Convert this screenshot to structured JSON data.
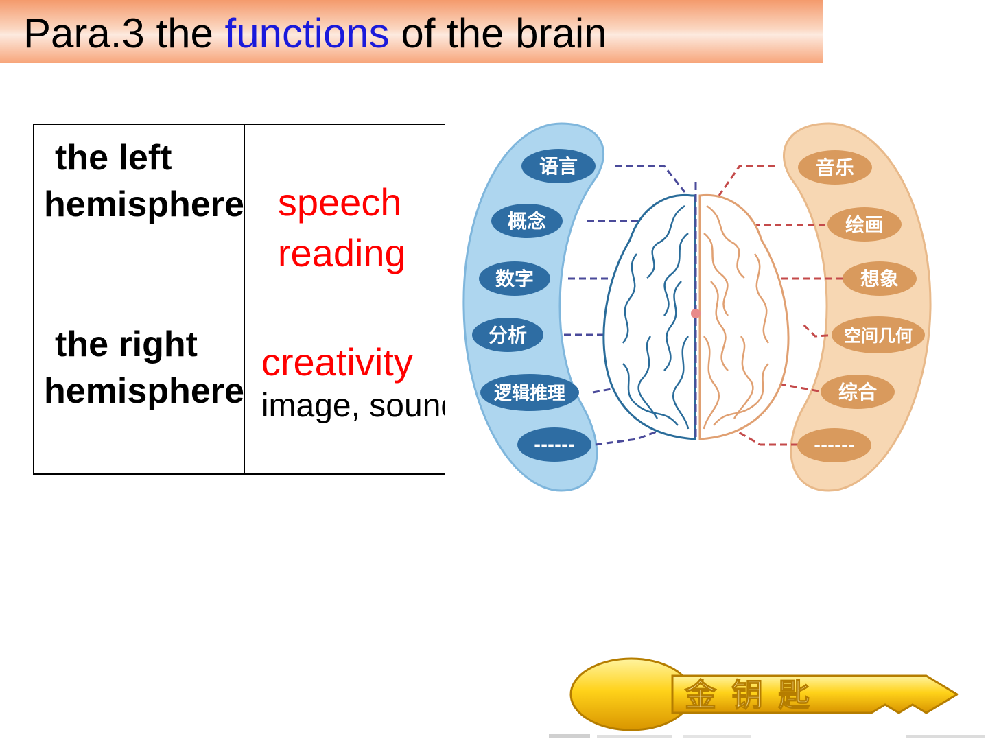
{
  "title": {
    "prefix": "Para.3 the ",
    "highlight": "functions",
    "suffix": " of the brain"
  },
  "table": {
    "rows": [
      {
        "label_line1": "the left",
        "label_line2": "hemisphere",
        "func_line1": "speech",
        "func_line2": "reading"
      },
      {
        "label_line1": "the right",
        "label_line2": "hemisphere",
        "func_line1": "creativity",
        "func_line2": "image, sound"
      }
    ]
  },
  "brain_diagram": {
    "left_labels": [
      "语言",
      "概念",
      "数字",
      "分析",
      "逻辑推理",
      "------"
    ],
    "right_labels": [
      "音乐",
      "绘画",
      "想象",
      "空间几何",
      "综合",
      "------"
    ]
  },
  "logo": {
    "text": "金钥匙"
  },
  "colors": {
    "title_highlight": "#1a1adb",
    "function_red": "#ff0000",
    "left_band": "#aed6ef",
    "left_pill": "#2e6da3",
    "right_band": "#f7d7b3",
    "right_pill": "#d99a5d"
  }
}
